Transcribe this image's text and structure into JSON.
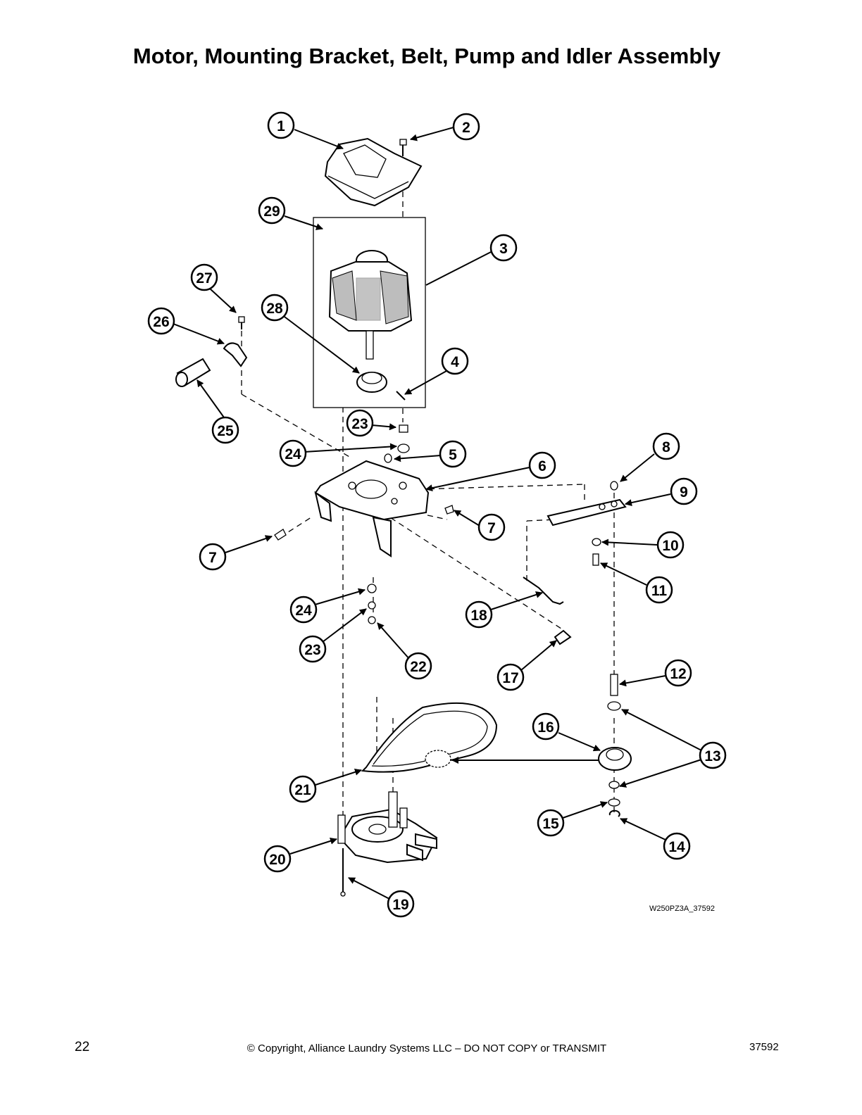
{
  "title": "Motor, Mounting Bracket, Belt, Pump and Idler Assembly",
  "callouts": [
    "1",
    "2",
    "29",
    "3",
    "27",
    "28",
    "26",
    "4",
    "25",
    "23",
    "24",
    "5",
    "6",
    "8",
    "9",
    "7",
    "7",
    "10",
    "11",
    "24",
    "18",
    "23",
    "22",
    "17",
    "12",
    "16",
    "13",
    "21",
    "15",
    "14",
    "20",
    "19"
  ],
  "drawing_id": "W250PZ3A_37592",
  "footer": {
    "page_number": "22",
    "copyright": "© Copyright, Alliance Laundry Systems LLC – DO NOT COPY or TRANSMIT",
    "doc_number": "37592"
  }
}
